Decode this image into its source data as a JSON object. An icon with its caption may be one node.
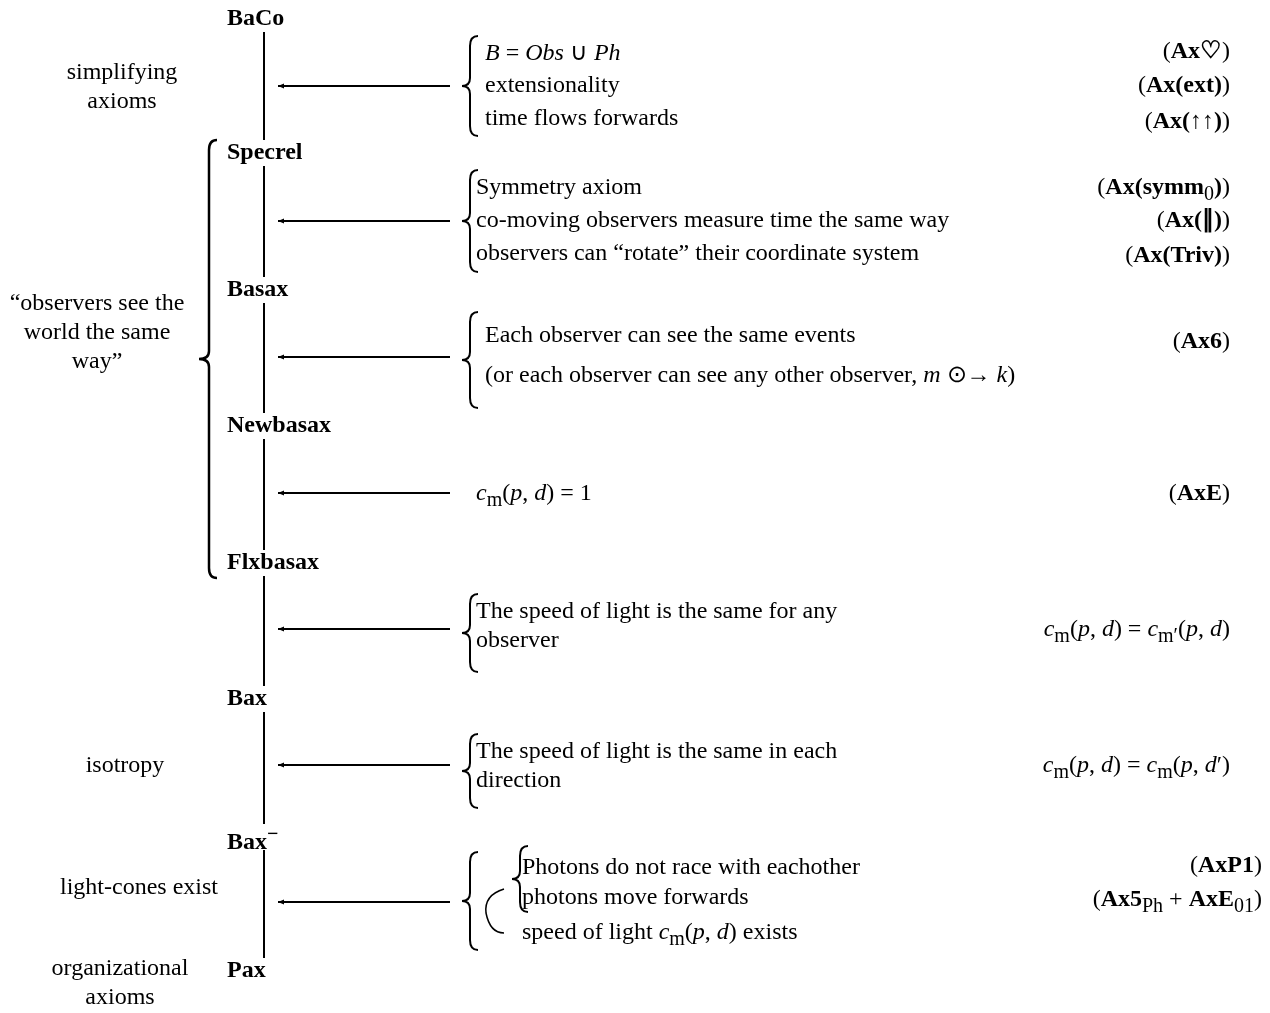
{
  "diagram": {
    "nodes": [
      {
        "text": [
          "BaCo"
        ]
      },
      {
        "text": [
          "Specrel"
        ]
      },
      {
        "text": [
          "Basax"
        ]
      },
      {
        "text": [
          "Newbasax"
        ]
      },
      {
        "text": [
          "Flxbasax"
        ]
      },
      {
        "text": [
          "Bax"
        ]
      },
      {
        "text": [
          "Bax$^{−}$"
        ]
      },
      {
        "text": [
          "Pax"
        ]
      },
      {
        "text": [
          "*B* = *Obs* ∪ *Ph*",
          "(**Ax♡**)",
          "extensionality",
          "(**Ax(ext)**)",
          "time flows forwards",
          "(**Ax(↑↑)**)"
        ]
      },
      {
        "text": [
          "Symmetry axiom",
          "(**Ax(symm**$_{0}$**)**)",
          "co-moving observers measure time the same way",
          "(**Ax(∥)**)",
          "observers can “rotate” their coordinate system",
          "(**Ax(Triv)**)"
        ]
      },
      {
        "text": [
          "Each observer can see the same events",
          "(**Ax6**)",
          "(or each observer can see any other observer, *m* ⊙→ *k*)"
        ]
      },
      {
        "text": [
          "*c*$_{m}$(*p*, *d*) = 1",
          "(**AxE**)"
        ]
      },
      {
        "text": [
          "The speed of light is the same for any observer",
          "*c*$_{m}$(*p*, *d*) = *c*$_{m′}$(*p*, *d*)"
        ]
      },
      {
        "text": [
          "The speed of light is the same in each direction",
          "*c*$_{m}$(*p*, *d*) = *c*$_{m}$(*p*, *d*′)"
        ]
      },
      {
        "text": [
          "Photons do not race with eachother",
          "(**AxP1**)",
          "photons move forwards",
          "(**Ax5**$_{Ph}$ + **AxE**$_{01}$)",
          "speed of light *c*$_{m}$(*p*, *d*) exists"
        ]
      }
    ],
    "edges": [
      {
        "from": 0,
        "to": 1,
        "arrow": "none"
      },
      {
        "from": 1,
        "to": 2,
        "arrow": "none"
      },
      {
        "from": 2,
        "to": 3,
        "arrow": "none"
      },
      {
        "from": 3,
        "to": 4,
        "arrow": "none"
      },
      {
        "from": 4,
        "to": 5,
        "arrow": "none"
      },
      {
        "from": 5,
        "to": 6,
        "arrow": "none"
      },
      {
        "from": 6,
        "to": 7,
        "arrow": "none"
      },
      {
        "from": 8,
        "to": null,
        "arrow": "to"
      },
      {
        "from": 9,
        "to": null,
        "arrow": "to"
      },
      {
        "from": 10,
        "to": null,
        "arrow": "to"
      },
      {
        "from": 11,
        "to": null,
        "arrow": "to"
      },
      {
        "from": 12,
        "to": null,
        "arrow": "to"
      },
      {
        "from": 13,
        "to": null,
        "arrow": "to"
      },
      {
        "from": 14,
        "to": null,
        "arrow": "to"
      }
    ],
    "labels": [
      "simplifying axioms",
      "“observers see the world the same way”",
      "isotropy",
      "light-cones exist",
      "organizational axioms"
    ]
  }
}
